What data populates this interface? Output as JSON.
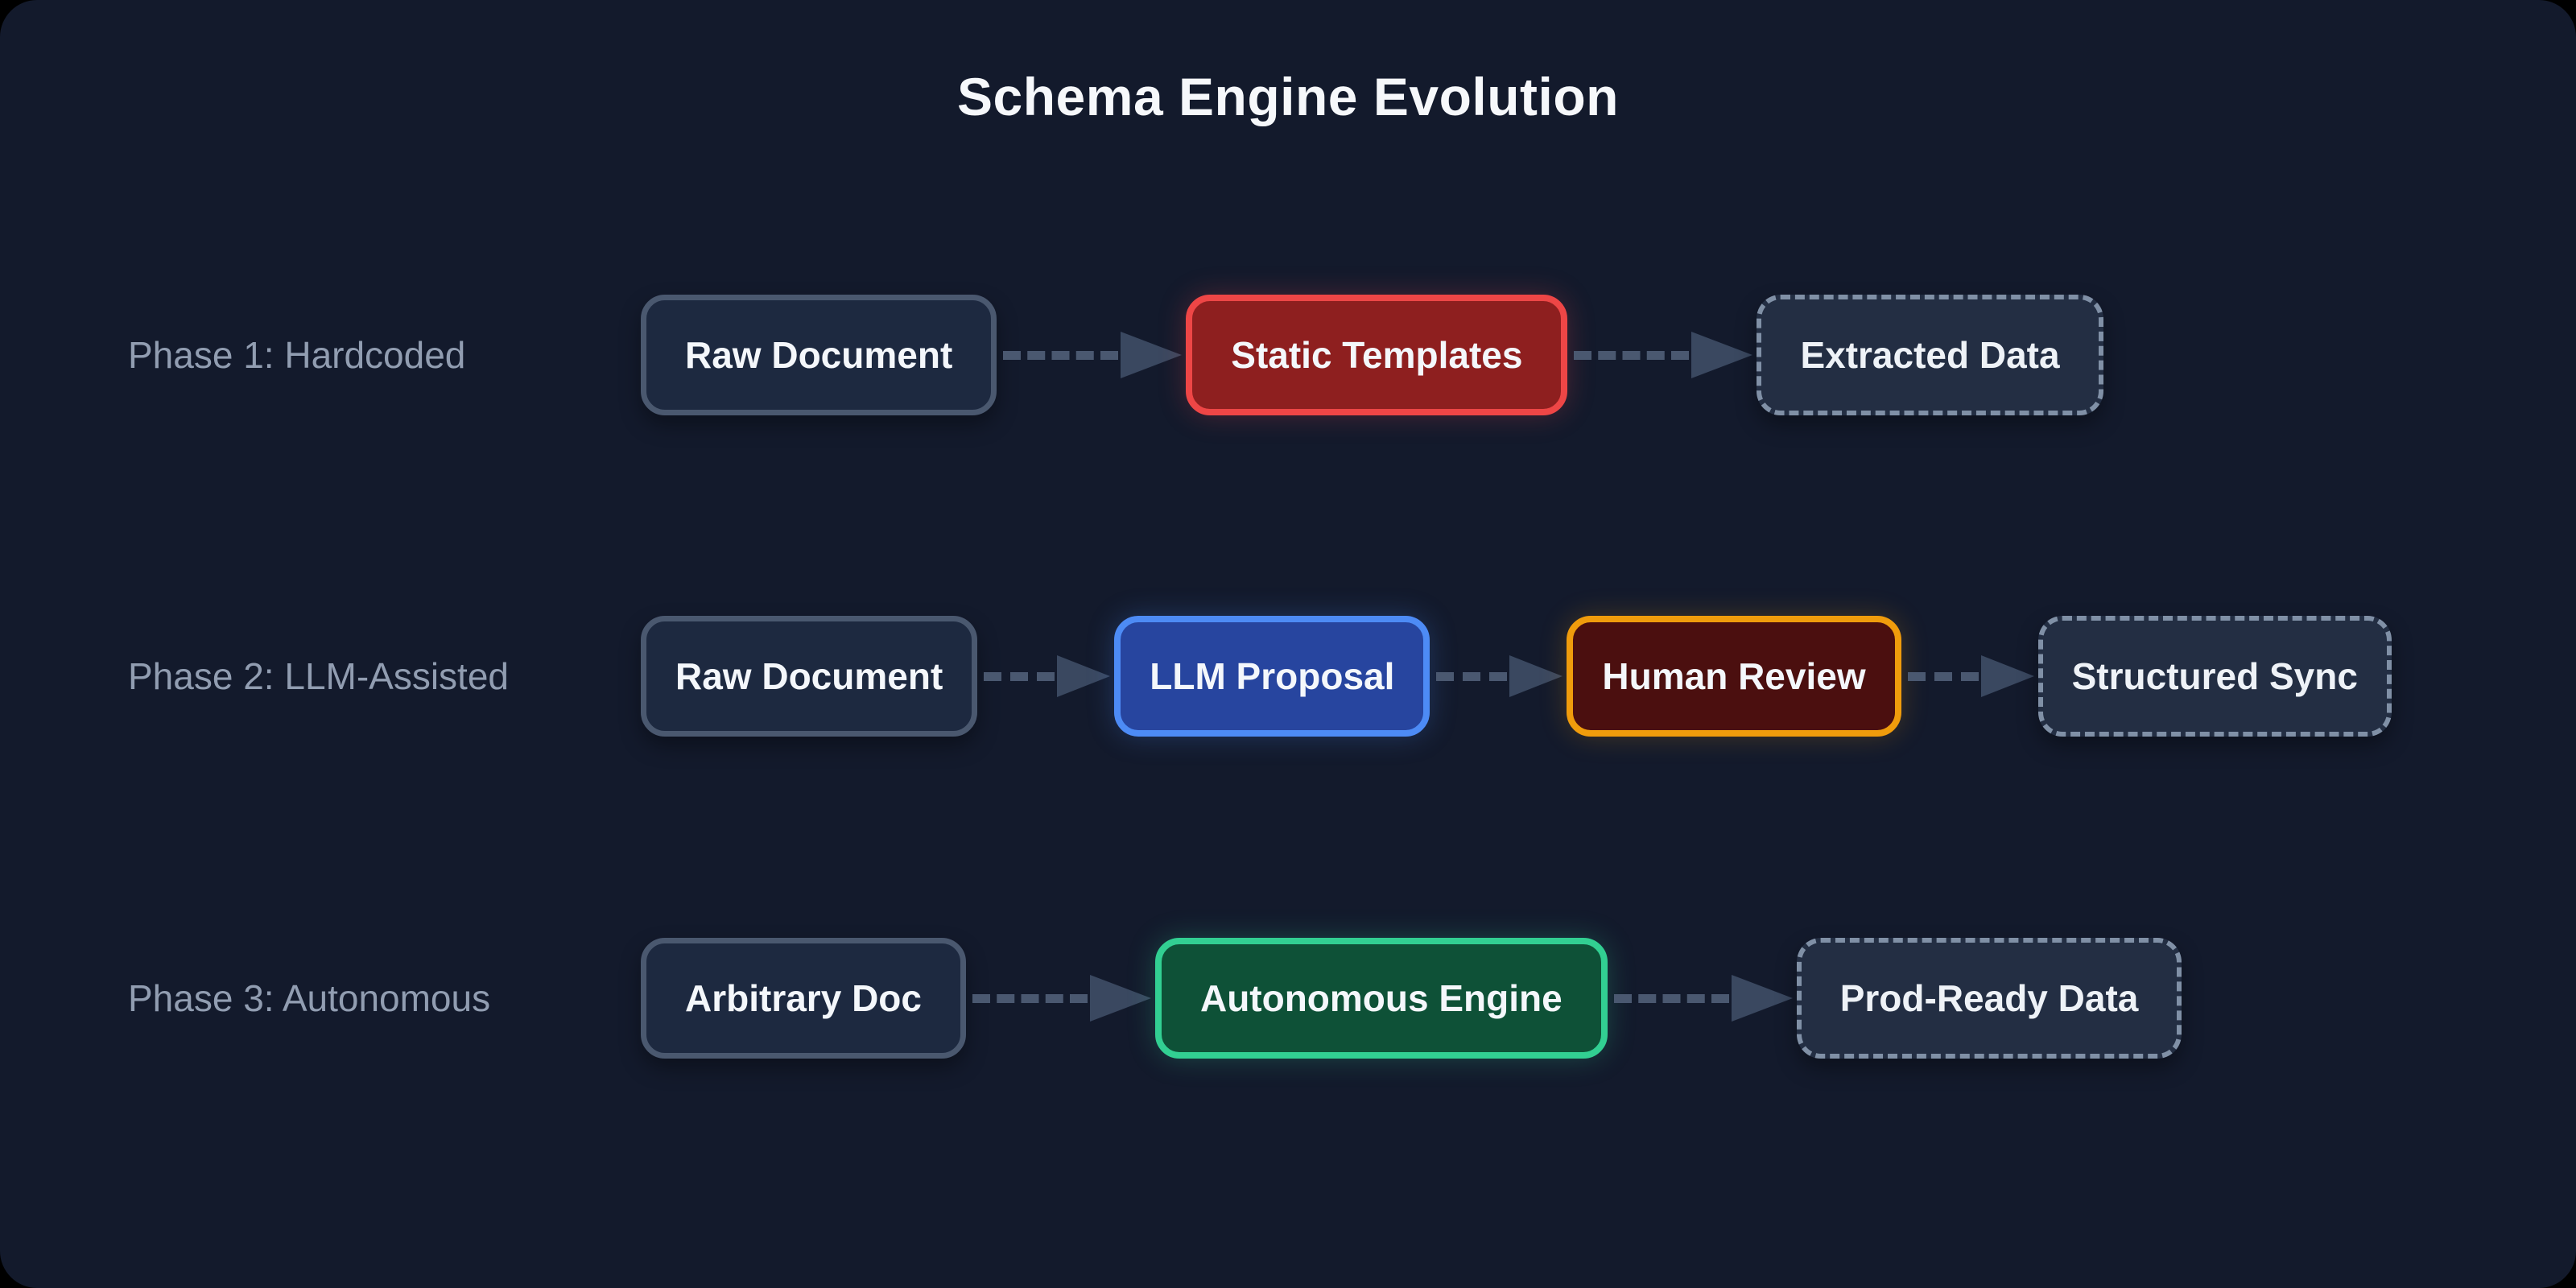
{
  "title": "Schema Engine Evolution",
  "palette": {
    "outer_background": "#000000",
    "card_background": "#131a2c",
    "phase_label_text": "#919db1",
    "node_text": "#f4f7fb",
    "neutral_fill": "#1d2940",
    "neutral_border": "#4a586f",
    "red_fill": "#8e1f1f",
    "red_border": "#ee4646",
    "blue_fill": "#27459f",
    "blue_border": "#4d8bf5",
    "maroon_fill": "#4b0f0f",
    "maroon_border": "#f09c0c",
    "green_fill": "#0e5137",
    "green_border": "#32cf92",
    "dashed_fill": "#232e43",
    "dashed_border": "#8090a6",
    "connector_dash": "#4a5870",
    "connector_arrow": "#3a4860"
  },
  "rows": [
    {
      "label": "Phase 1: Hardcoded",
      "nodes": [
        {
          "label": "Raw Document",
          "style": "neutral"
        },
        {
          "label": "Static Templates",
          "style": "red"
        },
        {
          "label": "Extracted Data",
          "style": "dashed"
        }
      ]
    },
    {
      "label": "Phase 2: LLM-Assisted",
      "nodes": [
        {
          "label": "Raw Document",
          "style": "neutral"
        },
        {
          "label": "LLM Proposal",
          "style": "blue"
        },
        {
          "label": "Human Review",
          "style": "maroon"
        },
        {
          "label": "Structured Sync",
          "style": "dashed"
        }
      ]
    },
    {
      "label": "Phase 3: Autonomous",
      "nodes": [
        {
          "label": "Arbitrary Doc",
          "style": "neutral"
        },
        {
          "label": "Autonomous Engine",
          "style": "green"
        },
        {
          "label": "Prod-Ready Data",
          "style": "dashed"
        }
      ]
    }
  ]
}
